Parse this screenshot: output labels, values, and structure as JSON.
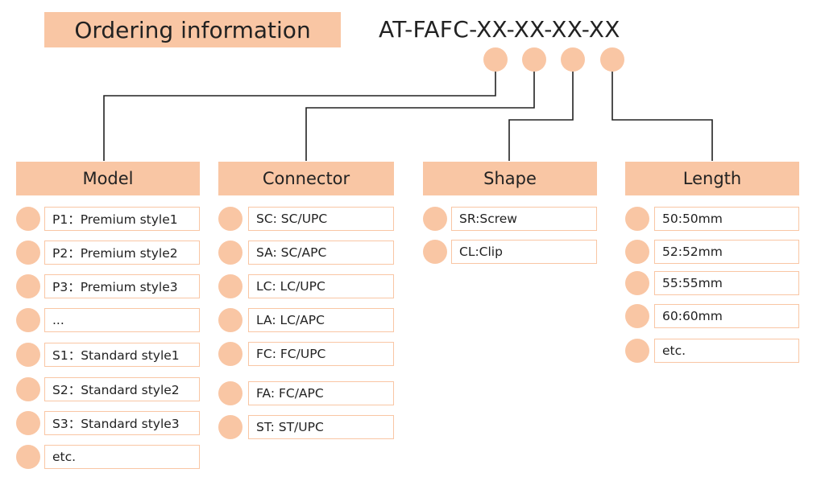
{
  "title": "Ordering information",
  "code": "AT-FAFC-XX-XX-XX-XX",
  "colors": {
    "accent": "#f9c6a4",
    "line": "#222222"
  },
  "columns": [
    {
      "header": "Model",
      "items": [
        "P1：Premium style1",
        "P2：Premium style2",
        "P3：Premium style3",
        "...",
        "S1：Standard style1",
        "S2：Standard style2",
        "S3：Standard style3",
        "etc."
      ]
    },
    {
      "header": "Connector",
      "items": [
        "SC: SC/UPC",
        "SA: SC/APC",
        "LC: LC/UPC",
        "LA: LC/APC",
        "FC: FC/UPC",
        "FA: FC/APC",
        "ST: ST/UPC"
      ]
    },
    {
      "header": "Shape",
      "items": [
        "SR:Screw",
        "CL:Clip"
      ]
    },
    {
      "header": "Length",
      "items": [
        "50:50mm",
        "52:52mm",
        "55:55mm",
        "60:60mm",
        "etc."
      ]
    }
  ]
}
